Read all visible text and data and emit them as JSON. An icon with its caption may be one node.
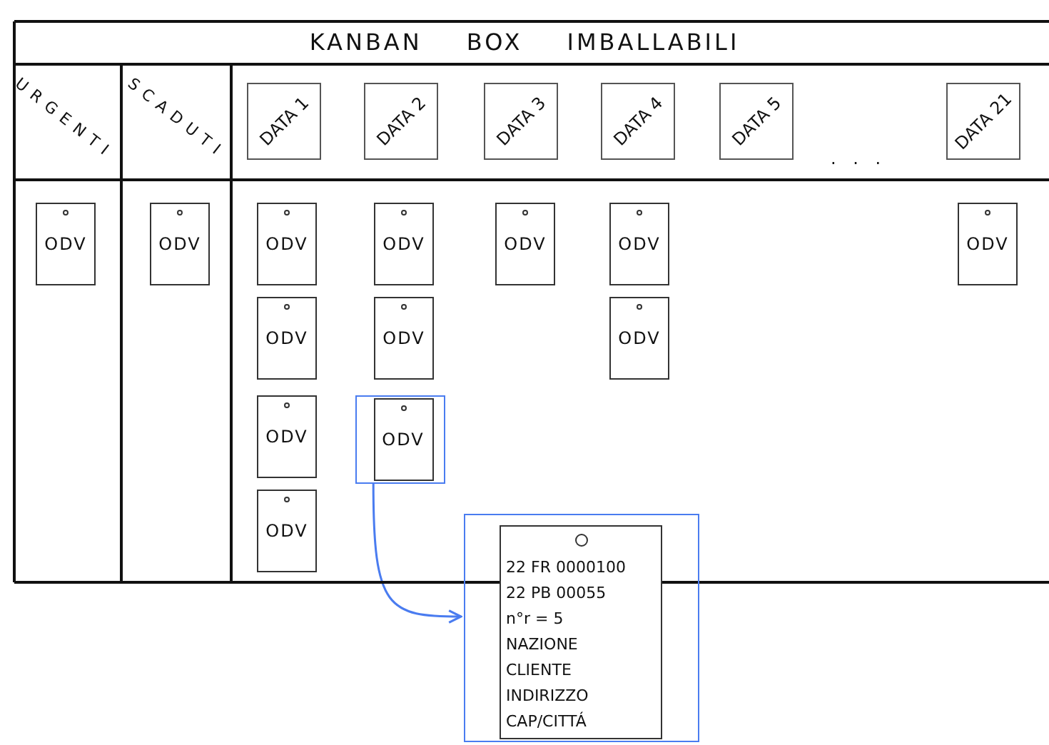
{
  "diagram": {
    "title": "KANBAN BOX IMBALLABILI",
    "nodes": [
      {
        "text": [
          "DATA 1"
        ]
      },
      {
        "text": [
          "DATA 2"
        ]
      },
      {
        "text": [
          "DATA 3"
        ]
      },
      {
        "text": [
          "DATA 4"
        ]
      },
      {
        "text": [
          "DATA 5"
        ]
      },
      {
        "text": [
          "DATA 21"
        ]
      },
      {
        "text": [
          "ODV"
        ]
      },
      {
        "text": [
          "ODV"
        ]
      },
      {
        "text": [
          "ODV"
        ]
      },
      {
        "text": [
          "ODV"
        ]
      },
      {
        "text": [
          "ODV"
        ]
      },
      {
        "text": [
          "ODV"
        ]
      },
      {
        "text": [
          "ODV"
        ]
      },
      {
        "text": [
          "ODV"
        ]
      },
      {
        "text": [
          "ODV"
        ]
      },
      {
        "text": [
          "ODV"
        ]
      },
      {
        "text": [
          "ODV"
        ]
      },
      {
        "text": [],
        "shape": "box"
      },
      {
        "text": [
          "ODV"
        ],
        "in": 17
      },
      {
        "text": [
          "ODV"
        ]
      },
      {
        "text": [],
        "shape": "box"
      },
      {
        "text": [
          "22 FR 0000100",
          "22 PB 00055",
          "n°r = 5",
          "NAZIONE",
          "CLIENTE",
          "INDIRIZZO",
          "CAP/CITTÁ"
        ],
        "in": 20
      }
    ],
    "edges": [
      {
        "from": 17,
        "to": 20,
        "arrow": "to",
        "color": "#4a7cf0"
      }
    ],
    "labels": [
      "URGENTI",
      "SCADUTI",
      ". . ."
    ]
  }
}
